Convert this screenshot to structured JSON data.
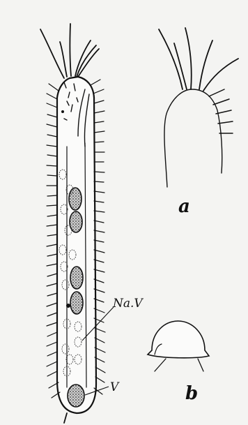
{
  "labels": {
    "nav": "Na.V",
    "v": "V",
    "a": "a",
    "b": "b"
  },
  "colors": {
    "ink": "#111111",
    "paper": "#f4f4f2",
    "vacuole_fill": "#6a6a6a"
  }
}
